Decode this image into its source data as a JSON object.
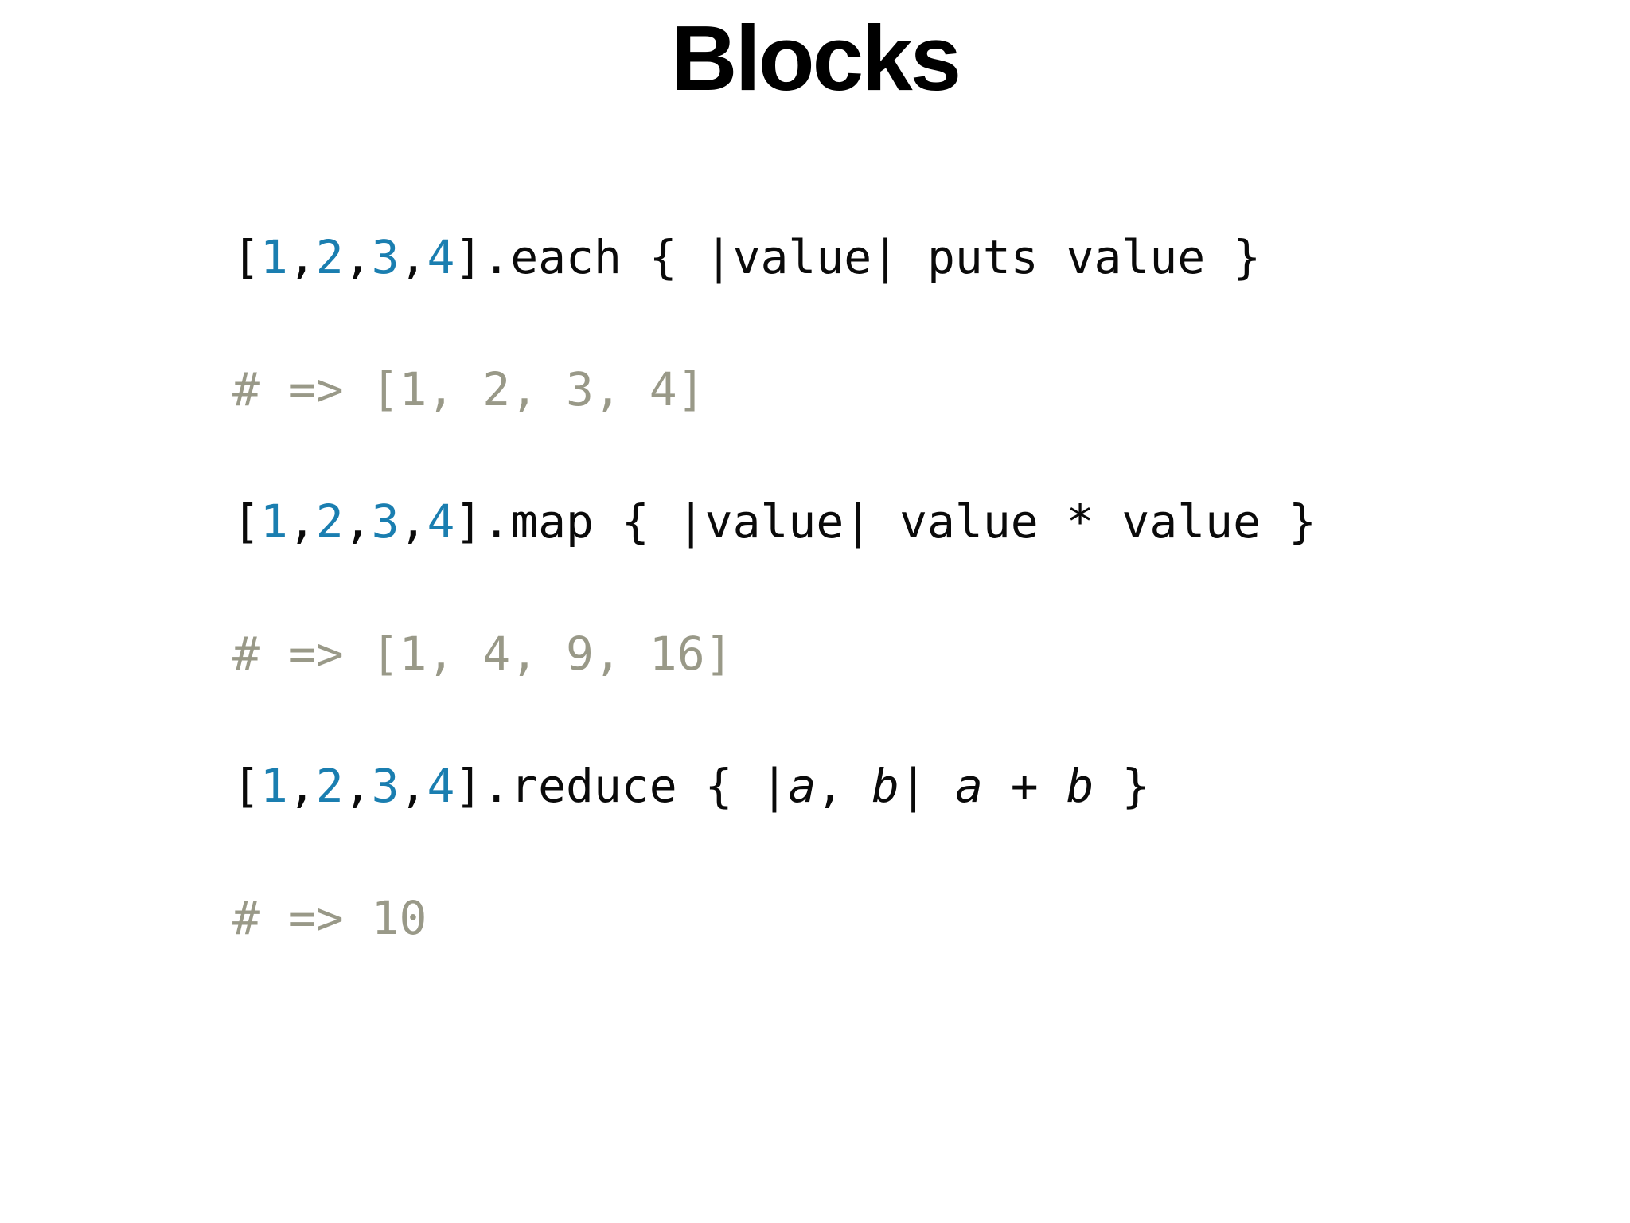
{
  "slide": {
    "title": "Blocks",
    "background": "#ffffff",
    "colors": {
      "title_text": "#000000",
      "code_text": "#0a0a0a",
      "number": "#1a7eb0",
      "comment": "#999988"
    },
    "code_lines": [
      {
        "kind": "code",
        "segments": [
          {
            "text": "[",
            "role": "plain"
          },
          {
            "text": "1",
            "role": "number"
          },
          {
            "text": ",",
            "role": "plain"
          },
          {
            "text": "2",
            "role": "number"
          },
          {
            "text": ",",
            "role": "plain"
          },
          {
            "text": "3",
            "role": "number"
          },
          {
            "text": ",",
            "role": "plain"
          },
          {
            "text": "4",
            "role": "number"
          },
          {
            "text": "].each { |value| puts value }",
            "role": "plain"
          }
        ]
      },
      {
        "kind": "comment",
        "segments": [
          {
            "text": "# => [1, 2, 3, 4]",
            "role": "comment"
          }
        ]
      },
      {
        "kind": "code",
        "segments": [
          {
            "text": "[",
            "role": "plain"
          },
          {
            "text": "1",
            "role": "number"
          },
          {
            "text": ",",
            "role": "plain"
          },
          {
            "text": "2",
            "role": "number"
          },
          {
            "text": ",",
            "role": "plain"
          },
          {
            "text": "3",
            "role": "number"
          },
          {
            "text": ",",
            "role": "plain"
          },
          {
            "text": "4",
            "role": "number"
          },
          {
            "text": "].map { |value| value * value }",
            "role": "plain"
          }
        ]
      },
      {
        "kind": "comment",
        "segments": [
          {
            "text": "# => [1, 4, 9, 16]",
            "role": "comment"
          }
        ]
      },
      {
        "kind": "code",
        "segments": [
          {
            "text": "[",
            "role": "plain"
          },
          {
            "text": "1",
            "role": "number"
          },
          {
            "text": ",",
            "role": "plain"
          },
          {
            "text": "2",
            "role": "number"
          },
          {
            "text": ",",
            "role": "plain"
          },
          {
            "text": "3",
            "role": "number"
          },
          {
            "text": ",",
            "role": "plain"
          },
          {
            "text": "4",
            "role": "number"
          },
          {
            "text": "].reduce { |",
            "role": "plain"
          },
          {
            "text": "a",
            "role": "variable"
          },
          {
            "text": ", ",
            "role": "plain"
          },
          {
            "text": "b",
            "role": "variable"
          },
          {
            "text": "| ",
            "role": "plain"
          },
          {
            "text": "a",
            "role": "variable"
          },
          {
            "text": " + ",
            "role": "plain"
          },
          {
            "text": "b",
            "role": "variable"
          },
          {
            "text": " }",
            "role": "plain"
          }
        ]
      },
      {
        "kind": "comment",
        "segments": [
          {
            "text": "# => 10",
            "role": "comment"
          }
        ]
      }
    ]
  }
}
